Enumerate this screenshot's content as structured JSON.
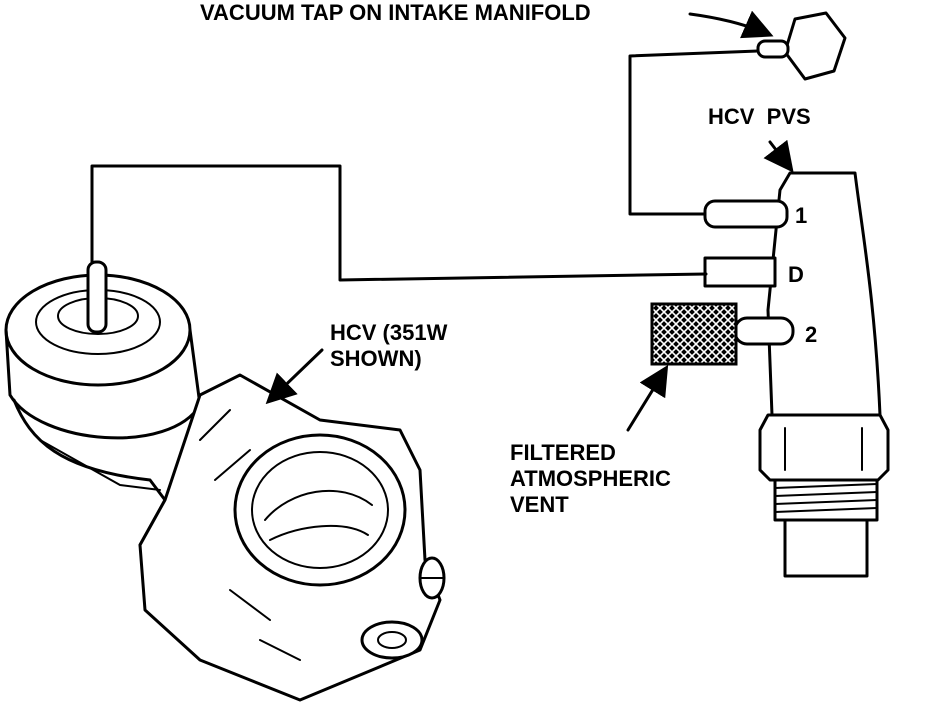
{
  "labels": {
    "vacuum_tap": "VACUUM TAP ON INTAKE MANIFOLD",
    "hcv_pvs": "HCV  PVS",
    "port_1": "1",
    "port_d": "D",
    "port_2": "2",
    "hcv_line1": "HCV (351W",
    "hcv_line2": "SHOWN)",
    "vent_line1": "FILTERED",
    "vent_line2": "ATMOSPHERIC",
    "vent_line3": "VENT"
  },
  "colors": {
    "ink": "#000000",
    "paper": "#ffffff"
  }
}
